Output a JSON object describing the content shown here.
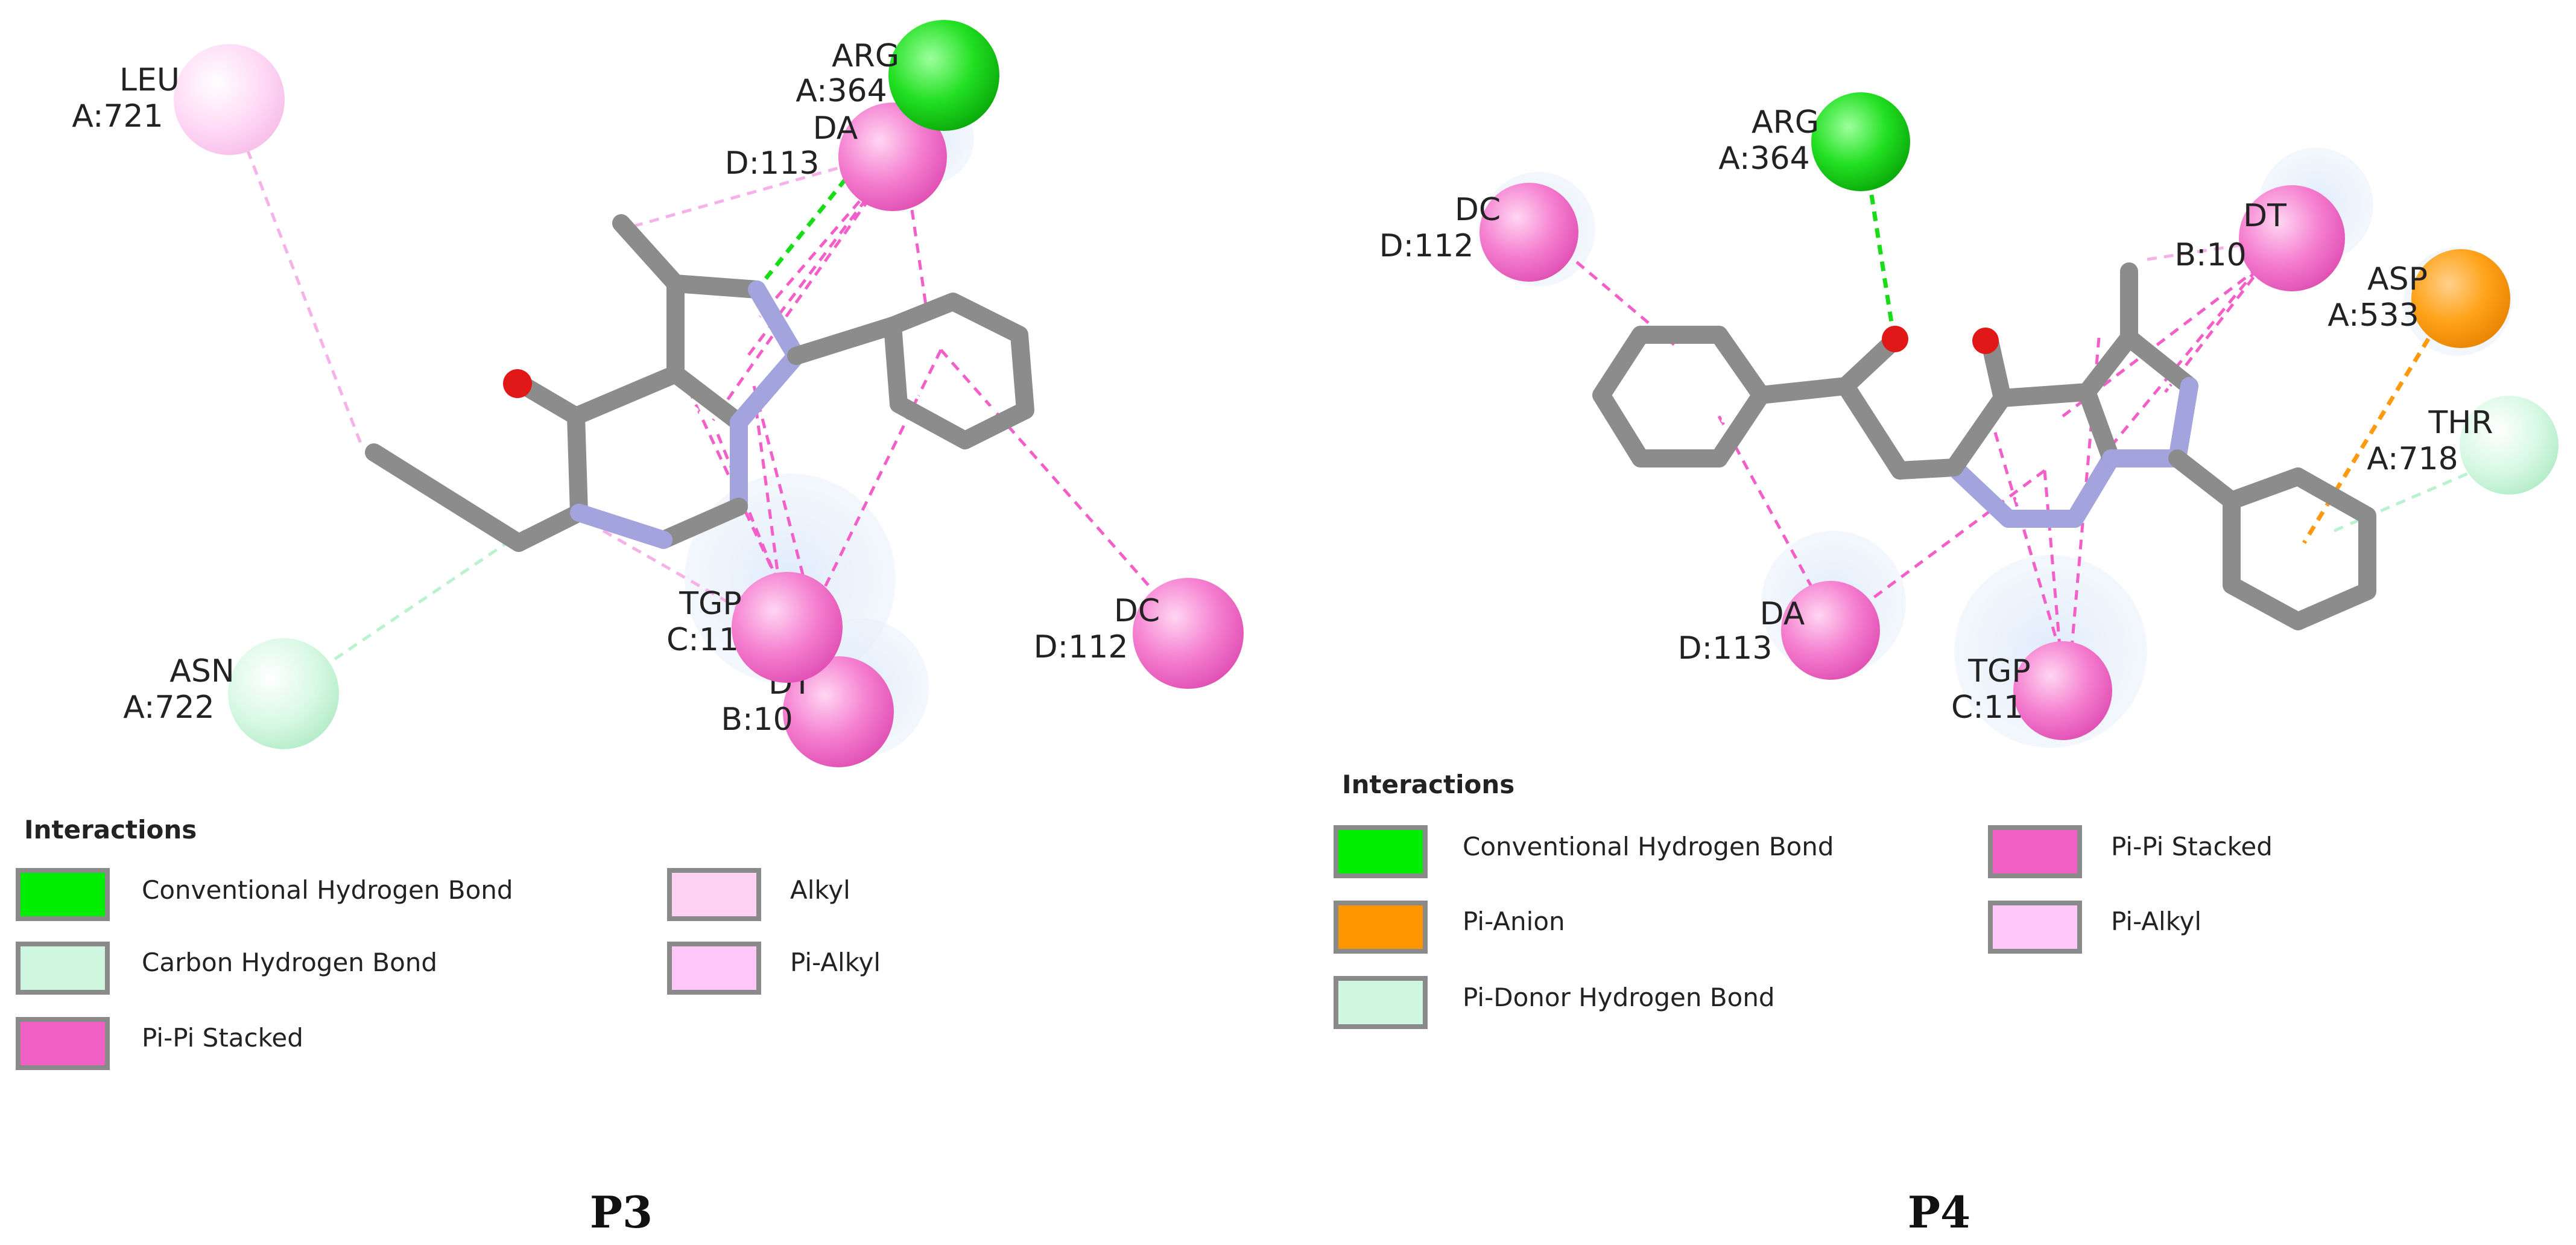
{
  "colors": {
    "conventional_h_bond": "#00ee00",
    "carbon_h_bond": "#cff7df",
    "pi_pi_stacked": "#f060c4",
    "alkyl": "#ffd2f4",
    "pi_alkyl": "#ffc8f8",
    "pi_anion": "#ff9500",
    "pi_donor_h_bond": "#cff7df",
    "bond_gray": "#8c8c8c",
    "nitrogen": "#a3a3dd",
    "oxygen": "#e01818"
  },
  "panels": [
    {
      "caption": "P3",
      "legend_title": "Interactions",
      "legend_items": [
        {
          "label": "Conventional Hydrogen Bond",
          "color": "#00ee00"
        },
        {
          "label": "Carbon Hydrogen Bond",
          "color": "#cff7df"
        },
        {
          "label": "Pi-Pi Stacked",
          "color": "#f060c4"
        },
        {
          "label": "Alkyl",
          "color": "#ffd2f4"
        },
        {
          "label": "Pi-Alkyl",
          "color": "#ffc8f8"
        }
      ],
      "residues": [
        {
          "name": "LEU",
          "id": "A:721",
          "type": "alkyl"
        },
        {
          "name": "ARG",
          "id": "A:364",
          "type": "conventional_h_bond"
        },
        {
          "name": "DA",
          "id": "D:113",
          "type": "pi_pi_stacked"
        },
        {
          "name": "TGP",
          "id": "C:11",
          "type": "pi_pi_stacked"
        },
        {
          "name": "DT",
          "id": "B:10",
          "type": "pi_pi_stacked"
        },
        {
          "name": "DC",
          "id": "D:112",
          "type": "pi_pi_stacked"
        },
        {
          "name": "ASN",
          "id": "A:722",
          "type": "carbon_h_bond"
        }
      ]
    },
    {
      "caption": "P4",
      "legend_title": "Interactions",
      "legend_items": [
        {
          "label": "Conventional Hydrogen Bond",
          "color": "#00ee00"
        },
        {
          "label": "Pi-Anion",
          "color": "#ff9500"
        },
        {
          "label": "Pi-Donor Hydrogen Bond",
          "color": "#cff7df"
        },
        {
          "label": "Pi-Pi Stacked",
          "color": "#f060c4"
        },
        {
          "label": "Pi-Alkyl",
          "color": "#ffc8f8"
        }
      ],
      "residues": [
        {
          "name": "ARG",
          "id": "A:364",
          "type": "conventional_h_bond"
        },
        {
          "name": "DC",
          "id": "D:112",
          "type": "pi_pi_stacked"
        },
        {
          "name": "DT",
          "id": "B:10",
          "type": "pi_pi_stacked"
        },
        {
          "name": "ASP",
          "id": "A:533",
          "type": "pi_anion"
        },
        {
          "name": "THR",
          "id": "A:718",
          "type": "pi_donor_h_bond"
        },
        {
          "name": "DA",
          "id": "D:113",
          "type": "pi_pi_stacked"
        },
        {
          "name": "TGP",
          "id": "C:11",
          "type": "pi_pi_stacked"
        }
      ]
    }
  ]
}
